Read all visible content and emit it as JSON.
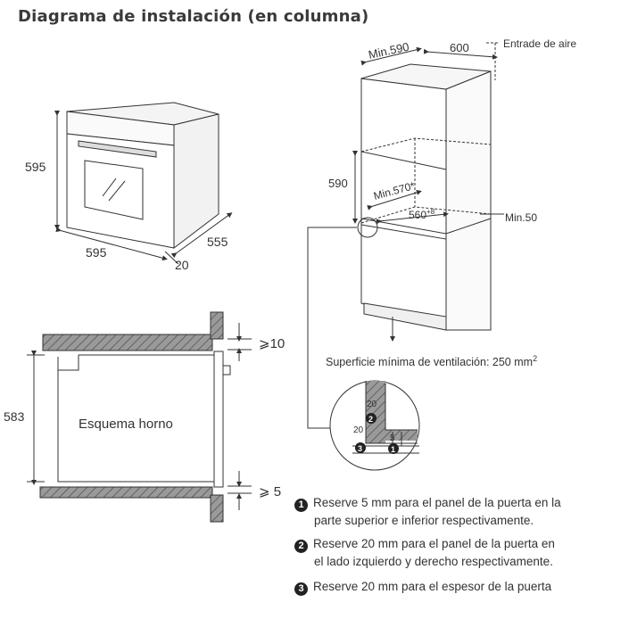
{
  "title": "Diagrama de instalación (en columna)",
  "oven": {
    "height": "595",
    "width": "595",
    "depth": "555",
    "panel": "20"
  },
  "section": {
    "label": "Esquema horno",
    "height": "583",
    "top_gap": "⩾10",
    "bottom_gap": "⩾ 5"
  },
  "column": {
    "min_width": "Min.590",
    "depth": "600",
    "air_inlet": "Entrade de aire",
    "cavity_height": "590",
    "min_depth": "Min.570*",
    "inner_width": "560",
    "inner_width_tol": "+8",
    "min_side": "Min.50",
    "ventilation": "Superficie mínima de ventilación: 250 mm",
    "ventilation_exp": "2"
  },
  "detail": {
    "d20_top": "20",
    "d20_left": "20",
    "d5": "5",
    "m1": "1",
    "m2": "2",
    "m3": "3"
  },
  "notes": [
    {
      "num": "1",
      "line1": "Reserve 5 mm para el panel de la puerta en la",
      "line2": "parte superior e inferior respectivamente."
    },
    {
      "num": "2",
      "line1": "Reserve 20 mm para el panel de la puerta en",
      "line2": "el lado izquierdo y derecho respectivamente."
    },
    {
      "num": "3",
      "line1": "Reserve 20 mm para el espesor de la puerta",
      "line2": ""
    }
  ]
}
